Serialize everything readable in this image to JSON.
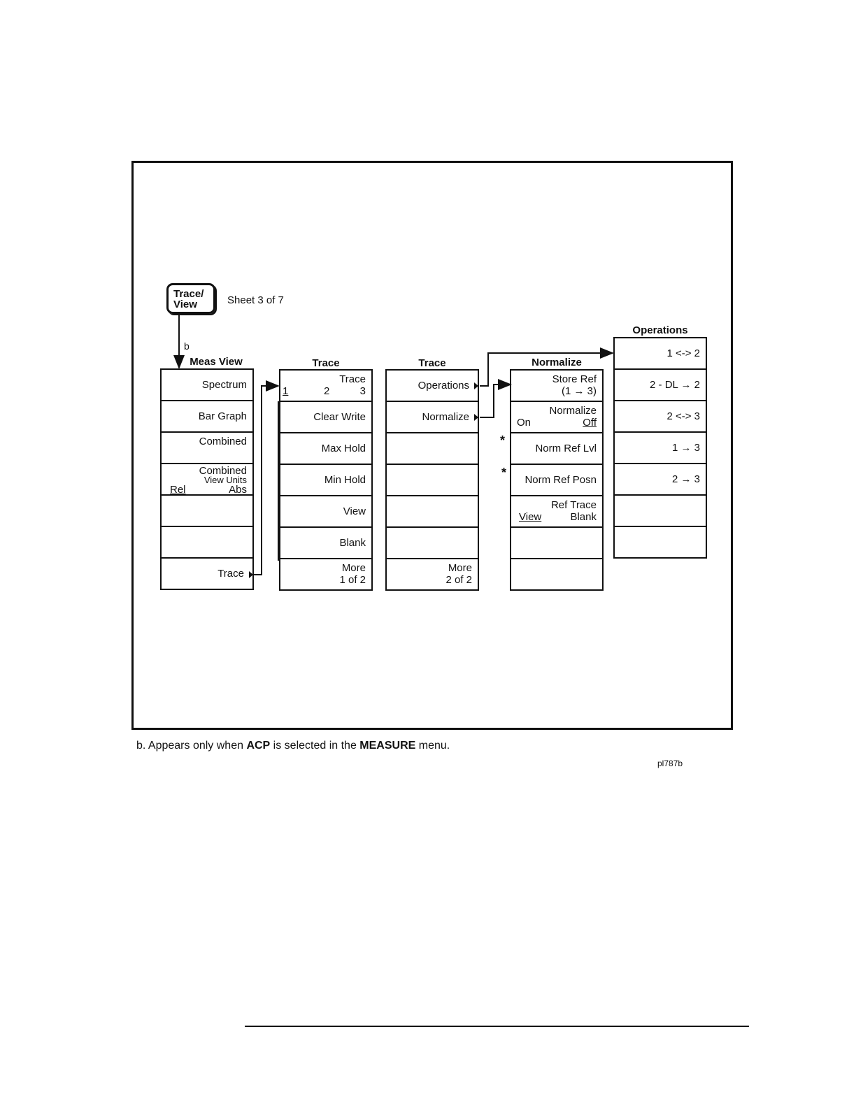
{
  "hardkey": {
    "line1": "Trace/",
    "line2": "View"
  },
  "sheet_label": "Sheet 3 of 7",
  "footnote_marker": "b",
  "meas_view": {
    "title": "Meas View",
    "spectrum": "Spectrum",
    "bar_graph": "Bar Graph",
    "combined": "Combined",
    "combined_units": {
      "line1": "Combined",
      "line2": "View Units",
      "rel": "Rel",
      "abs": "Abs"
    },
    "trace": "Trace"
  },
  "trace_menu1": {
    "title": "Trace",
    "trace_select": {
      "label": "Trace",
      "opt1": "1",
      "opt2": "2",
      "opt3": "3"
    },
    "clear_write": "Clear Write",
    "max_hold": "Max Hold",
    "min_hold": "Min Hold",
    "view": "View",
    "blank": "Blank",
    "more": {
      "line1": "More",
      "line2": "1 of 2"
    }
  },
  "trace_menu2": {
    "title": "Trace",
    "operations": "Operations",
    "normalize": "Normalize",
    "more": {
      "line1": "More",
      "line2": "2 of 2"
    }
  },
  "normalize_menu": {
    "title": "Normalize",
    "store_ref": {
      "line1": "Store Ref",
      "line2": "(1 → 3)"
    },
    "normalize_toggle": {
      "label": "Normalize",
      "on": "On",
      "off": "Off"
    },
    "norm_ref_lvl": "Norm Ref Lvl",
    "norm_ref_posn": "Norm Ref Posn",
    "ref_trace": {
      "label": "Ref Trace",
      "view": "View",
      "blank": "Blank"
    },
    "star": "*"
  },
  "operations_menu": {
    "title": "Operations",
    "op1": "1 <-> 2",
    "op2": "2 - DL → 2",
    "op3": "2 <-> 3",
    "op4": "1 → 3",
    "op5": "2 → 3"
  },
  "footnote": {
    "prefix": "b. Appears only when ",
    "acp": "ACP",
    "middle": " is selected in the ",
    "measure": "MEASURE",
    "suffix": " menu."
  },
  "figure_id": "pl787b"
}
